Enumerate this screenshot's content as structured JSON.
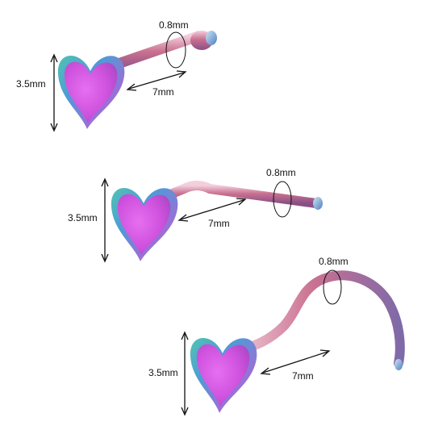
{
  "colors": {
    "background": "#ffffff",
    "heart_primary": "#d659e6",
    "heart_edge_blue": "#4f9bd6",
    "heart_edge_teal": "#4fc4b2",
    "heart_edge_gold": "#d8b45a",
    "post_rose": "#c9728f",
    "post_highlight": "#f2c6d6",
    "post_tip": "#5b8fc7",
    "annotation": "#111111"
  },
  "products": [
    {
      "style": "straight",
      "height_label": "3.5mm",
      "length_label": "7mm",
      "gauge_label": "0.8mm"
    },
    {
      "style": "l-shape",
      "height_label": "3.5mm",
      "length_label": "7mm",
      "gauge_label": "0.8mm"
    },
    {
      "style": "screw",
      "height_label": "3.5mm",
      "length_label": "7mm",
      "gauge_label": "0.8mm"
    }
  ]
}
